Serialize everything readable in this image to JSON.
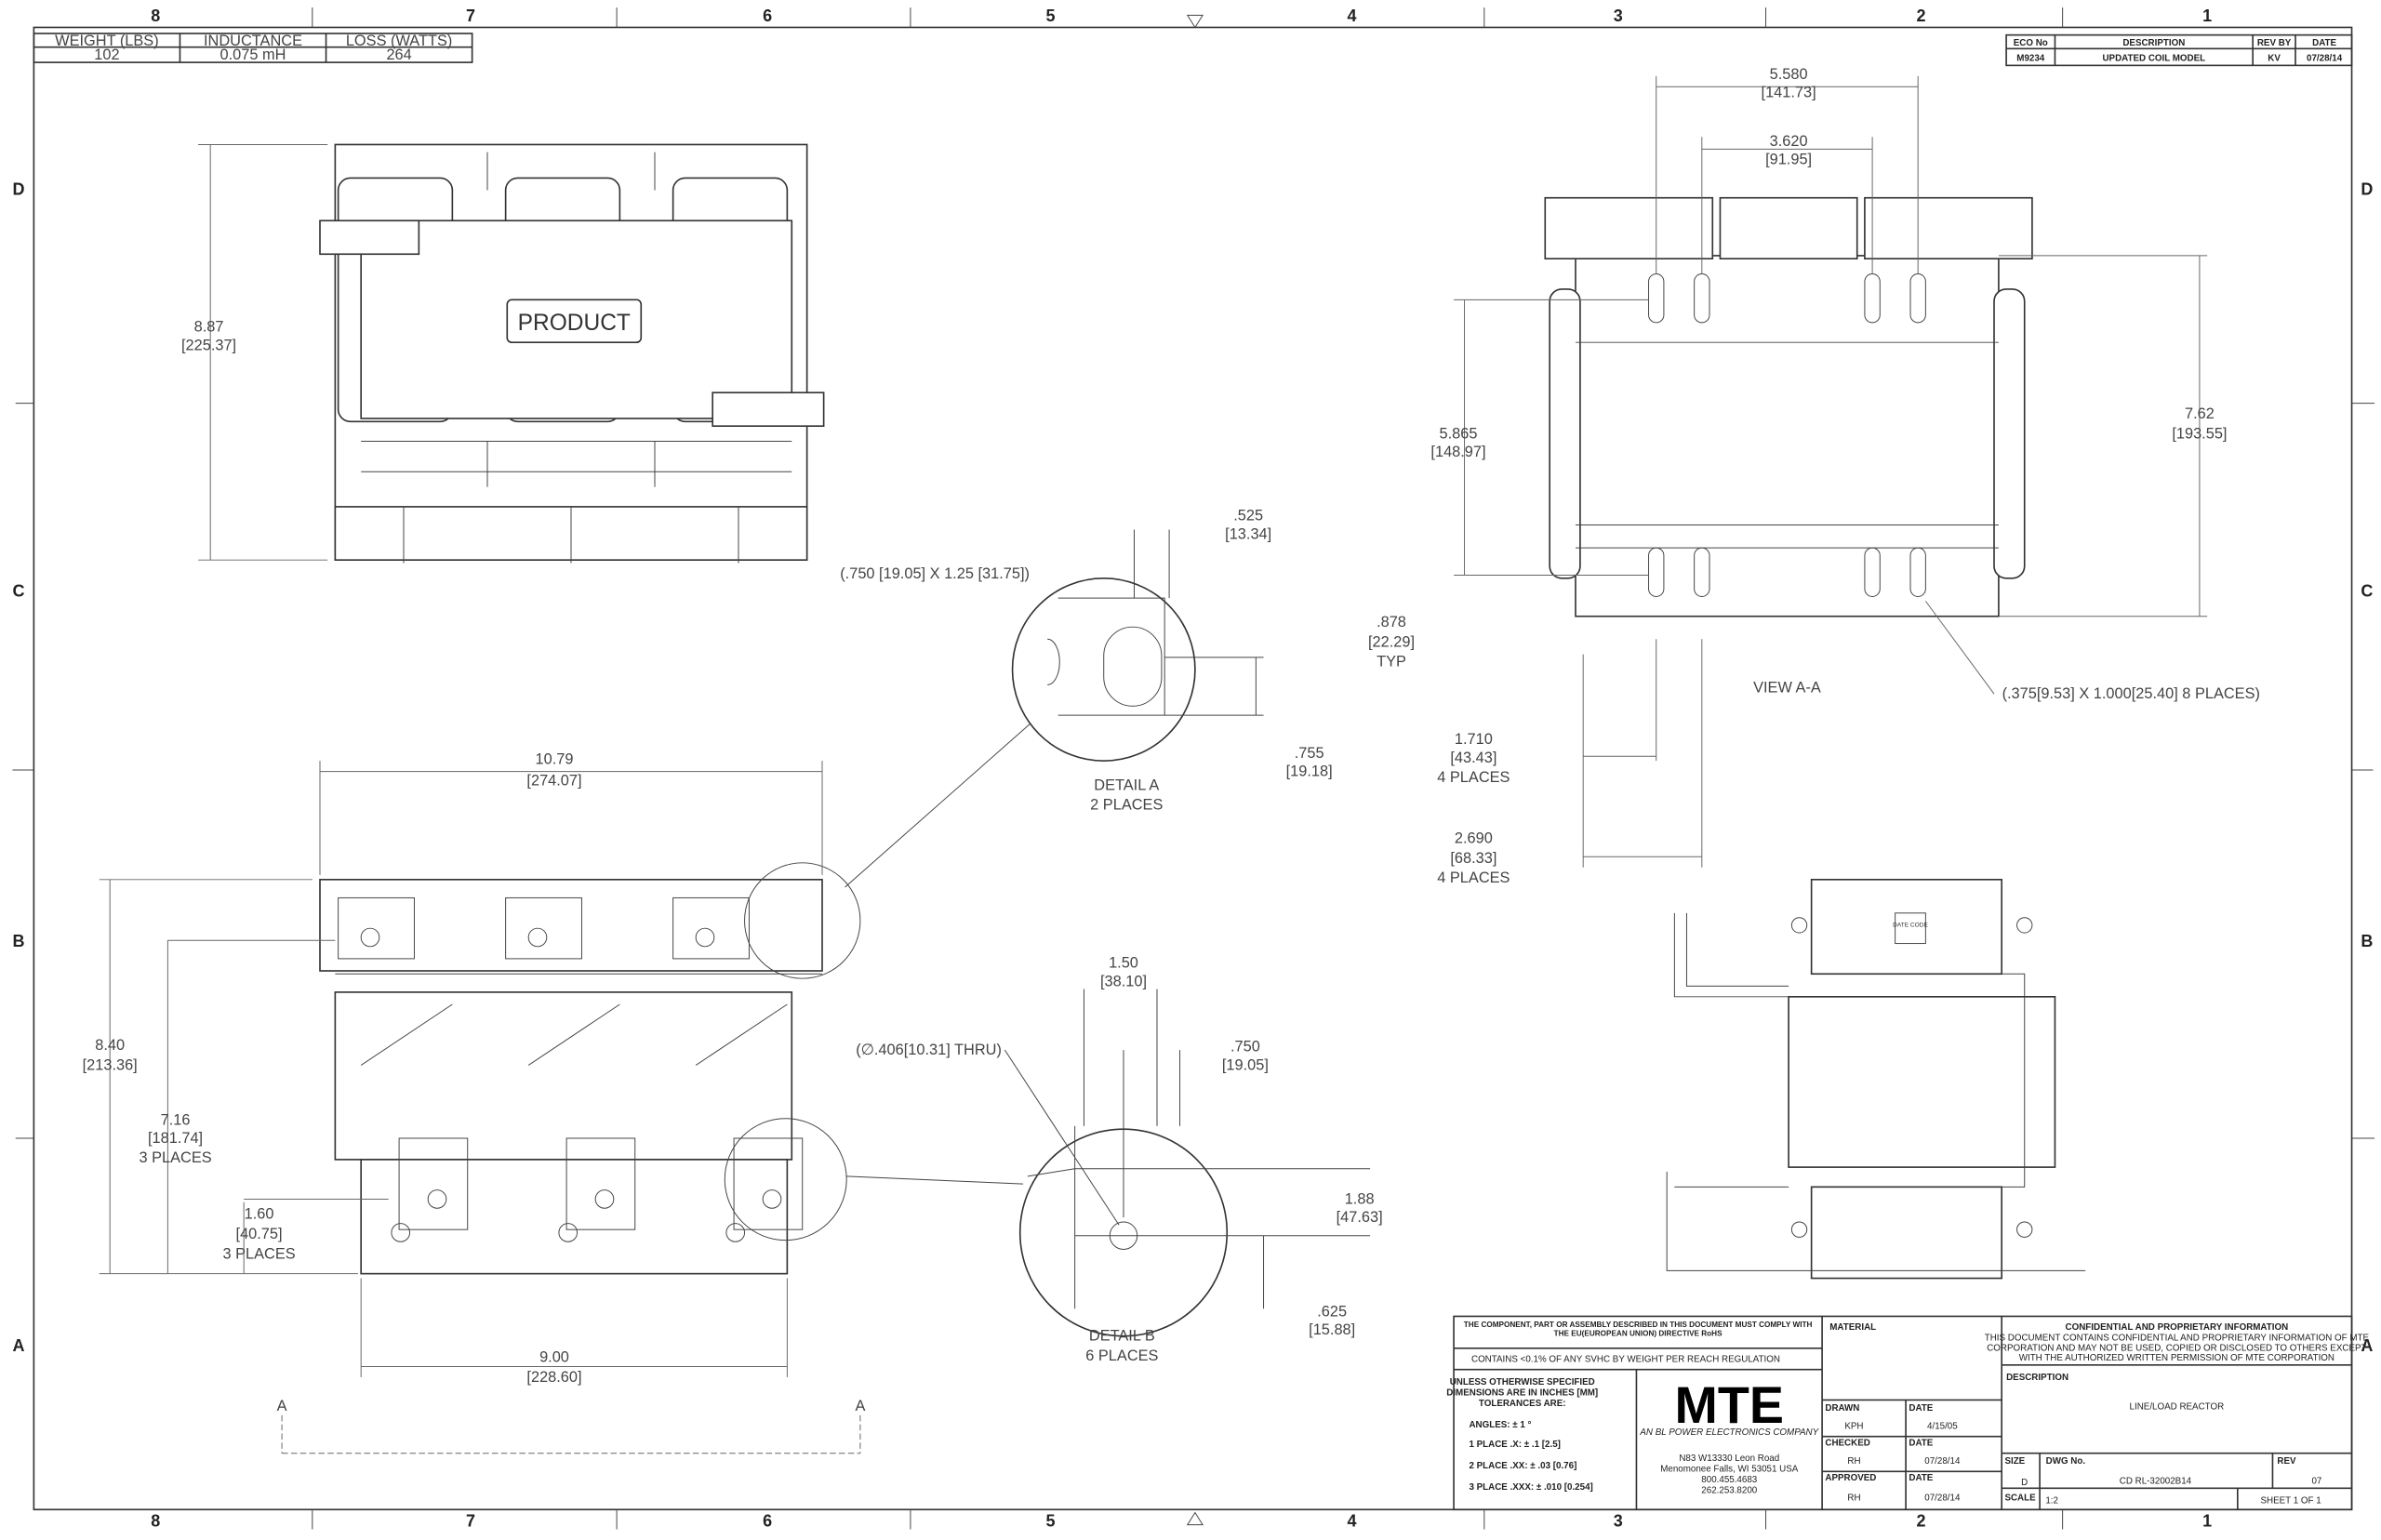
{
  "zones": {
    "columns": [
      "8",
      "7",
      "6",
      "5",
      "4",
      "3",
      "2",
      "1"
    ],
    "rows": [
      "D",
      "C",
      "B",
      "A"
    ]
  },
  "spec_table": {
    "headers": [
      "WEIGHT (LBS)",
      "INDUCTANCE",
      "LOSS (WATTS)"
    ],
    "values": [
      "102",
      "0.075 mH",
      "264"
    ]
  },
  "revision_table": {
    "headers": [
      "ECO No",
      "DESCRIPTION",
      "REV BY",
      "DATE"
    ],
    "row": [
      "M9234",
      "UPDATED COIL MODEL",
      "KV",
      "07/28/14"
    ]
  },
  "front_view": {
    "label": "PRODUCT",
    "height_in": "8.87",
    "height_mm": "[225.37]"
  },
  "view_aa": {
    "label": "VIEW A-A",
    "dims": [
      "5.580",
      "[141.73]",
      "3.620",
      "[91.95]",
      "5.865",
      "[148.97]",
      "7.62",
      "[193.55]",
      ".878",
      "[22.29]",
      "TYP",
      "1.710",
      "[43.43]",
      "4 PLACES",
      "2.690",
      "[68.33]",
      "4 PLACES"
    ],
    "slot_note": "(.375[9.53] X 1.000[25.40] 8 PLACES)",
    "date_code": "DATE CODE"
  },
  "bottom_view": {
    "dims": [
      "10.79",
      "[274.07]",
      "8.40",
      "[213.36]",
      "7.16",
      "[181.74]",
      "3 PLACES",
      "1.60",
      "[40.75]",
      "3 PLACES",
      "9.00",
      "[228.60]"
    ],
    "section_a": "A"
  },
  "detail_a": {
    "title": "DETAIL A",
    "places": "2 PLACES",
    "note": "(.750 [19.05] X 1.25 [31.75])",
    "dims": [
      ".525",
      "[13.34]",
      ".755",
      "[19.18]"
    ]
  },
  "detail_b": {
    "title": "DETAIL B",
    "places": "6 PLACES",
    "note": "(∅.406[10.31] THRU)",
    "dims": [
      "1.50",
      "[38.10]",
      ".750",
      "[19.05]",
      "1.88",
      "[47.63]",
      ".625",
      "[15.88]"
    ]
  },
  "title_block": {
    "rohs": "THE COMPONENT, PART OR ASSEMBLY DESCRIBED IN THIS DOCUMENT MUST COMPLY WITH THE EU(EUROPEAN UNION) DIRECTIVE RoHS",
    "reach": "CONTAINS <0.1% OF ANY SVHC BY WEIGHT PER REACH REGULATION",
    "tol_head": [
      "UNLESS OTHERWISE SPECIFIED",
      "DIMENSIONS ARE IN INCHES [MM]",
      "TOLERANCES ARE:"
    ],
    "tolerances": [
      "ANGLES: ± 1 °",
      "1 PLACE .X: ± .1 [2.5]",
      "2 PLACE .XX: ± .03 [0.76]",
      "3 PLACE .XXX: ± .010 [0.254]"
    ],
    "logo": "MTE",
    "logo_sub": "AN BL POWER ELECTRONICS COMPANY",
    "address": [
      "N83 W13330 Leon Road",
      "Menomonee Falls, WI 53051 USA",
      "800.455.4683",
      "262.253.8200"
    ],
    "material_label": "MATERIAL",
    "drawn_label": "DRAWN",
    "drawn": "KPH",
    "drawn_date": "4/15/05",
    "checked_label": "CHECKED",
    "checked": "RH",
    "checked_date": "07/28/14",
    "approved_label": "APPROVED",
    "approved": "RH",
    "approved_date": "07/28/14",
    "date_label": "DATE",
    "conf_title": "CONFIDENTIAL AND PROPRIETARY INFORMATION",
    "conf_text": [
      "THIS DOCUMENT CONTAINS CONFIDENTIAL AND PROPRIETARY INFORMATION OF MTE",
      "CORPORATION AND MAY NOT BE USED, COPIED OR DISCLOSED TO OTHERS EXCEPT",
      "WITH THE AUTHORIZED WRITTEN PERMISSION OF MTE CORPORATION"
    ],
    "description_label": "DESCRIPTION",
    "description": "LINE/LOAD REACTOR",
    "size_label": "SIZE",
    "size": "D",
    "dwg_label": "DWG No.",
    "dwg_no": "CD RL-32002B14",
    "rev_label": "REV",
    "rev": "07",
    "scale_label": "SCALE",
    "scale": "1:2",
    "sheet": "SHEET 1  OF 1"
  }
}
